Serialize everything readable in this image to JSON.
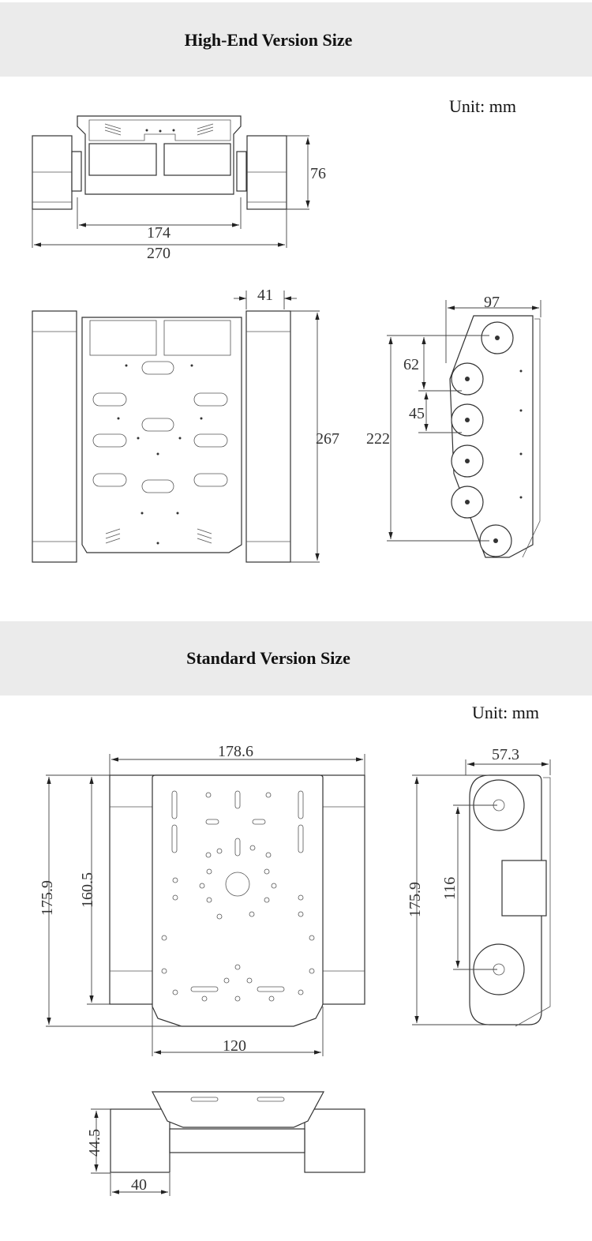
{
  "sections": [
    {
      "title": "High-End Version Size",
      "unit": "Unit: mm",
      "dimensions": {
        "front_height": "76",
        "front_inner_width": "174",
        "front_total_width": "270",
        "track_width": "41",
        "top_length": "267",
        "side_width": "97",
        "side_wheelbase": "222",
        "side_upper_spacing": "62",
        "side_wheel_spacing": "45"
      }
    },
    {
      "title": "Standard Version Size",
      "unit": "Unit: mm",
      "dimensions": {
        "top_total_width": "178.6",
        "top_total_length": "175.9",
        "top_track_length": "160.5",
        "plate_width": "120",
        "side_width": "57.3",
        "side_length": "175.9",
        "side_wheelbase": "116",
        "front_height": "44.5",
        "front_track_width": "40"
      }
    }
  ]
}
